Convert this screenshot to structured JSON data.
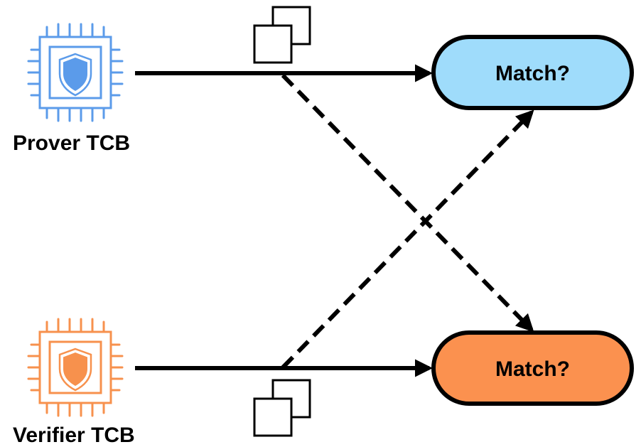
{
  "prover": {
    "label": "Prover TCB",
    "chip_color": "#5b9bea",
    "shield_color": "#5b9bea"
  },
  "verifier": {
    "label": "Verifier TCB",
    "chip_color": "#f7914d",
    "shield_color": "#f7914d"
  },
  "match_top": {
    "label": "Match?",
    "fill": "#9fdcfb"
  },
  "match_bottom": {
    "label": "Match?",
    "fill": "#fb914f"
  },
  "colors": {
    "stroke": "#000000"
  }
}
